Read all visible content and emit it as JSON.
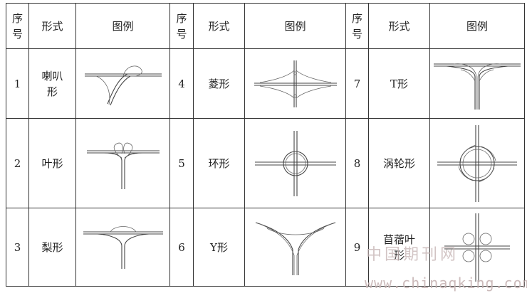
{
  "table": {
    "headers": {
      "seq_chars": [
        "序",
        "号"
      ],
      "form": "形式",
      "diagram": "图例"
    },
    "rows": [
      [
        {
          "num": "1",
          "form_lines": [
            "喇叭",
            "形"
          ],
          "icon": "trumpet-interchange-icon"
        },
        {
          "num": "4",
          "form_lines": [
            "菱形"
          ],
          "icon": "diamond-interchange-icon"
        },
        {
          "num": "7",
          "form_lines": [
            "T形"
          ],
          "icon": "t-interchange-icon"
        }
      ],
      [
        {
          "num": "2",
          "form_lines": [
            "叶形"
          ],
          "icon": "leaf-interchange-icon"
        },
        {
          "num": "5",
          "form_lines": [
            "环形"
          ],
          "icon": "roundabout-interchange-icon"
        },
        {
          "num": "8",
          "form_lines": [
            "涡轮形"
          ],
          "icon": "turbine-interchange-icon"
        }
      ],
      [
        {
          "num": "3",
          "form_lines": [
            "梨形"
          ],
          "icon": "pear-interchange-icon"
        },
        {
          "num": "6",
          "form_lines": [
            "Y形"
          ],
          "icon": "y-interchange-icon"
        },
        {
          "num": "9",
          "form_lines": [
            "苜蓿叶",
            "形"
          ],
          "icon": "cloverleaf-interchange-icon"
        }
      ]
    ]
  },
  "watermark": {
    "text_cn": "中国期刊网",
    "text_url": "www.chinaqking.com"
  }
}
